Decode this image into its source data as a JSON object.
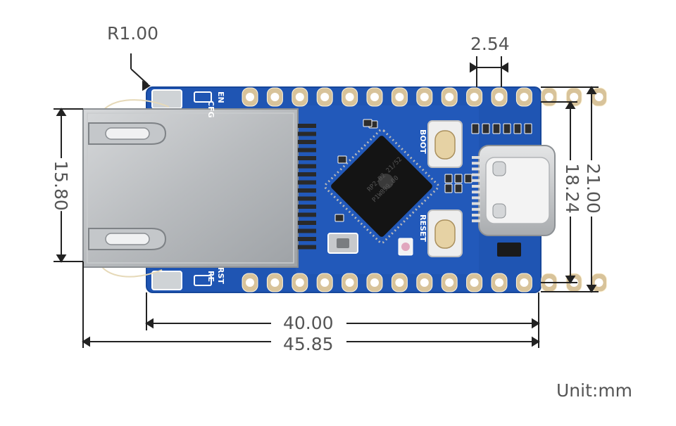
{
  "dimensions": {
    "corner_radius": "R1.00",
    "pin_pitch": "2.54",
    "rj45_height": "15.80",
    "board_height": "21.00",
    "pin_span_height": "18.24",
    "hole_span_width": "40.00",
    "overall_width": "45.85"
  },
  "unit_label": "Unit:mm",
  "silkscreen": {
    "cfg": "CFG",
    "en": "EN",
    "re": "RE",
    "rst": "RST",
    "boot": "BOOT",
    "reset": "RESET"
  },
  "chip_marking": {
    "line1": "RP2-B2  21/52",
    "line2": "P1W899.00"
  },
  "colors": {
    "pcb": "#1f55b3",
    "pcb_edge": "#17479a",
    "pad": "#d8c39a",
    "dimension_line": "#222222",
    "text": "#555555"
  }
}
